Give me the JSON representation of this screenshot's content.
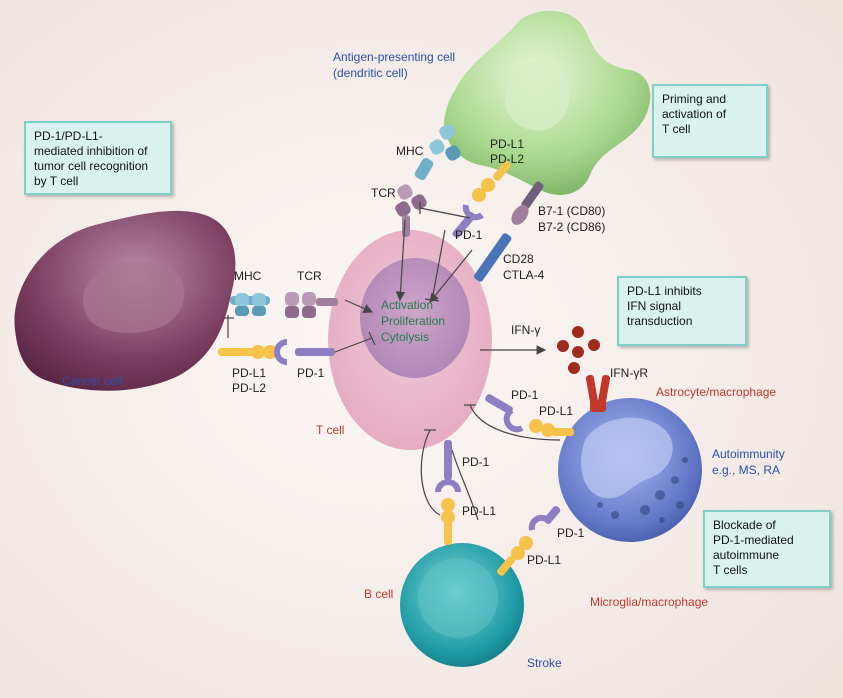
{
  "labels": {
    "apc_line1": "Antigen-presenting cell",
    "apc_line2": "(dendritic cell)",
    "mhc_top": "MHC",
    "tcr_top": "TCR",
    "pdl1_top": "PD-L1",
    "pdl2_top": "PD-L2",
    "pd1_top": "PD-1",
    "b71": "B7-1 (CD80)",
    "b72": "B7-2 (CD86)",
    "cd28": "CD28",
    "ctla4": "CTLA-4",
    "mhc_left": "MHC",
    "tcr_left": "TCR",
    "pdl1_left": "PD-L1",
    "pdl2_left": "PD-L2",
    "pd1_left": "PD-1",
    "cancer_cell": "Cancer cell",
    "activation": "Activation",
    "proliferation": "Proliferation",
    "cytolysis": "Cytolysis",
    "t_cell": "T cell",
    "ifn_gamma": "IFN-γ",
    "ifn_gamma_r": "IFN-γR",
    "pd1_right": "PD-1",
    "pdl1_right": "PD-L1",
    "astrocyte": "Astrocyte/macrophage",
    "autoimmunity_line1": "Autoimmunity",
    "autoimmunity_line2": "e.g., MS, RA",
    "pd1_bottom": "PD-1",
    "pdl1_bottom": "PD-L1",
    "pd1_micro": "PD-1",
    "pdl1_micro": "PD-L1",
    "b_cell": "B cell",
    "microglia": "Microglia/macrophage",
    "stroke": "Stroke"
  },
  "boxes": {
    "tumor": [
      "PD-1/PD-L1-",
      "mediated inhibition of",
      "tumor cell recognition",
      "by T cell"
    ],
    "priming": [
      "Priming and",
      "activation of",
      "T cell"
    ],
    "ifn": [
      "PD-L1 inhibits",
      "IFN signal",
      "transduction"
    ],
    "blockade": [
      "Blockade of",
      "PD-1-mediated",
      "autoimmune",
      "T cells"
    ]
  },
  "colors": {
    "background": "#f3ece8",
    "t_cell": "#eab8cc",
    "pd1": "#8d7fc2",
    "pdl1": "#f5c24a",
    "tcr": "#a07f9c",
    "mhc": "#6fb0c8",
    "box_fill": "#d9f2ee",
    "box_border": "#7fcfc6",
    "label_blue": "#2b4fa6",
    "label_red": "#c0392b",
    "label_green": "#1f7a4f"
  }
}
